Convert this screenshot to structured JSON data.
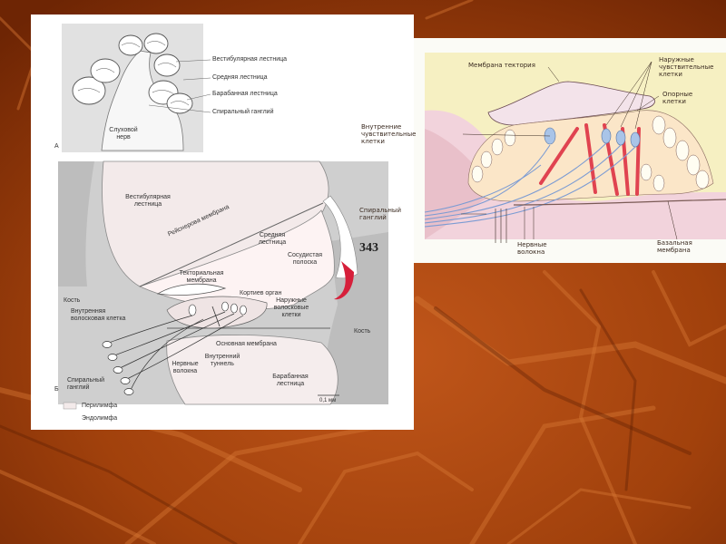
{
  "slide": {
    "colors": {
      "background_dark": "#7a2a05",
      "background_mid": "#b24a10",
      "accent_streak": "#d9742a"
    }
  },
  "left": {
    "a": {
      "label": "А",
      "vestibular": "Вестибулярная лестница",
      "middle": "Средняя лестница",
      "tympanic": "Барабанная лестница",
      "spiral_ganglion": "Спиральный ганглий",
      "auditory_nerve_1": "Слуховой",
      "auditory_nerve_2": "нерв"
    },
    "b": {
      "label": "Б",
      "vestibular_1": "Вестибулярная",
      "vestibular_2": "лестница",
      "reissner": "Рейснерова мембрана",
      "middle_1": "Средняя",
      "middle_2": "лестница",
      "stria_1": "Сосудистая",
      "stria_2": "полоска",
      "tectorial_1": "Текториальная",
      "tectorial_2": "мембрана",
      "corti": "Кортиев орган",
      "bone_left": "Кость",
      "inner_hair_1": "Внутренняя",
      "inner_hair_2": "волосковая клетка",
      "outer_hair_1": "Наружные",
      "outer_hair_2": "волосковые",
      "outer_hair_3": "клетки",
      "bone_right": "Кость",
      "basilar": "Основная  мембрана",
      "inner_tunnel_1": "Внутренний",
      "inner_tunnel_2": "туннель",
      "nerve_fibers_1": "Нервные",
      "nerve_fibers_2": "волокна",
      "spiral_1": "Спиральный",
      "spiral_2": "ганглий",
      "tympanic_1": "Барабанная",
      "tympanic_2": "лестница",
      "scale": "0,1 мм"
    },
    "legend": {
      "perilymph": "Перилимфа",
      "endolymph": "Эндолимфа"
    }
  },
  "right": {
    "page_number": "343",
    "tectorial": "Мембрана тектория",
    "outer_sensory_1": "Наружные",
    "outer_sensory_2": "чувствительные",
    "outer_sensory_3": "клетки",
    "supporting_1": "Опорные",
    "supporting_2": "клетки",
    "inner_sensory_1": "Внутренние",
    "inner_sensory_2": "чувствительные",
    "inner_sensory_3": "клетки",
    "spiral_1": "Спиральный",
    "spiral_2": "ганглий",
    "nerve_1": "Нервные",
    "nerve_2": "волокна",
    "basal_1": "Базальная",
    "basal_2": "мембрана"
  }
}
